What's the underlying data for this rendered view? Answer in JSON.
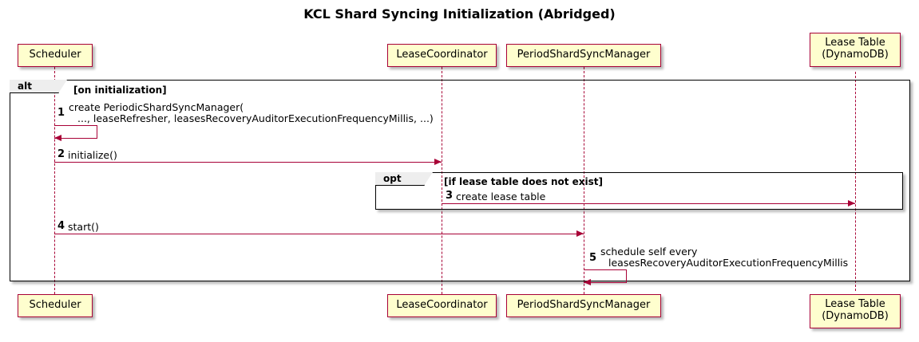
{
  "diagram": {
    "title": "KCL Shard Syncing Initialization (Abridged)",
    "type": "sequence-diagram",
    "colors": {
      "participant_fill": "#FEFECE",
      "participant_border": "#A80036",
      "arrow": "#A80036",
      "fragment_border": "#000000",
      "fragment_label_fill": "#EEEEEE",
      "background": "#FFFFFF"
    }
  },
  "participants": [
    {
      "id": "scheduler",
      "label": "Scheduler",
      "label2": ""
    },
    {
      "id": "coordinator",
      "label": "LeaseCoordinator",
      "label2": ""
    },
    {
      "id": "syncmanager",
      "label": "PeriodShardSyncManager",
      "label2": ""
    },
    {
      "id": "leasetable",
      "label": "Lease Table",
      "label2": "(DynamoDB)"
    }
  ],
  "fragments": [
    {
      "id": "alt",
      "operator": "alt",
      "guard": "[on initialization]"
    },
    {
      "id": "opt",
      "operator": "opt",
      "guard": "[if lease table does not exist]"
    }
  ],
  "messages": [
    {
      "num": "1",
      "from": "scheduler",
      "to": "scheduler",
      "self": true,
      "line1": "create PeriodicShardSyncManager(",
      "line2": "..., leaseRefresher, leasesRecoveryAuditorExecutionFrequencyMillis, ...)"
    },
    {
      "num": "2",
      "from": "scheduler",
      "to": "coordinator",
      "self": false,
      "line1": "initialize()",
      "line2": ""
    },
    {
      "num": "3",
      "from": "coordinator",
      "to": "leasetable",
      "self": false,
      "line1": "create lease table",
      "line2": ""
    },
    {
      "num": "4",
      "from": "scheduler",
      "to": "syncmanager",
      "self": false,
      "line1": "start()",
      "line2": ""
    },
    {
      "num": "5",
      "from": "syncmanager",
      "to": "syncmanager",
      "self": true,
      "line1": "schedule self every",
      "line2": "leasesRecoveryAuditorExecutionFrequencyMillis"
    }
  ]
}
